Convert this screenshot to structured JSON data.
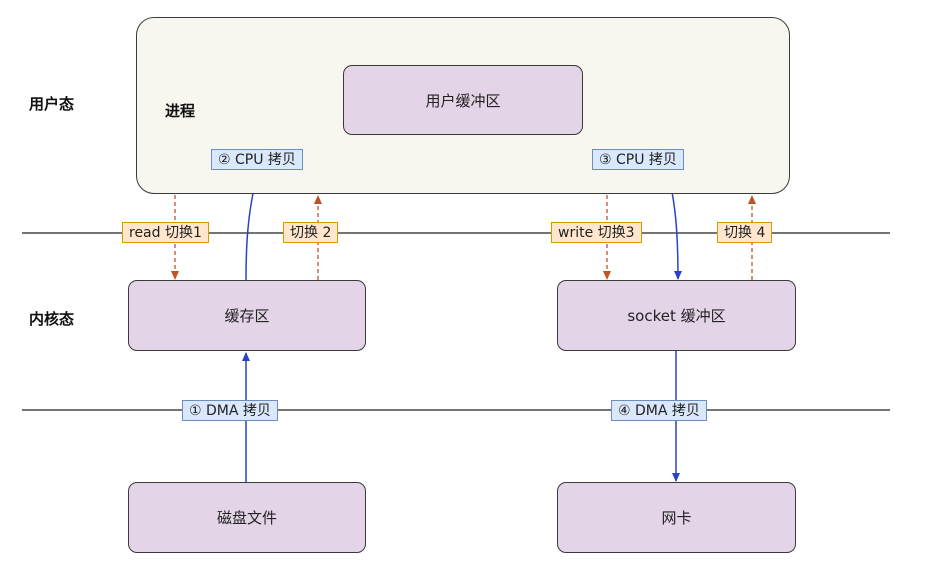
{
  "zones": {
    "user_mode": "用户态",
    "kernel_mode": "内核态"
  },
  "process": {
    "label": "进程"
  },
  "nodes": {
    "user_buffer": "用户缓冲区",
    "page_cache": "缓存区",
    "socket_buffer": "socket 缓冲区",
    "disk_file": "磁盘文件",
    "nic": "网卡"
  },
  "copies": {
    "cpu_copy_1": "② CPU 拷贝",
    "cpu_copy_2": "③ CPU 拷贝",
    "dma_copy_1": "① DMA 拷贝",
    "dma_copy_2": "④ DMA 拷贝"
  },
  "switches": {
    "switch_1": "read 切换1",
    "switch_2": "切换 2",
    "switch_3": "write 切换3",
    "switch_4": "切换 4"
  },
  "colors": {
    "node_fill": "#e3d4e8",
    "process_fill": "#f8f7ef",
    "copy_arrow": "#2a41c8",
    "switch_arrow": "#c0522a",
    "copy_tag_fill": "#dae8fc",
    "switch_tag_fill": "#ffe6cc"
  }
}
